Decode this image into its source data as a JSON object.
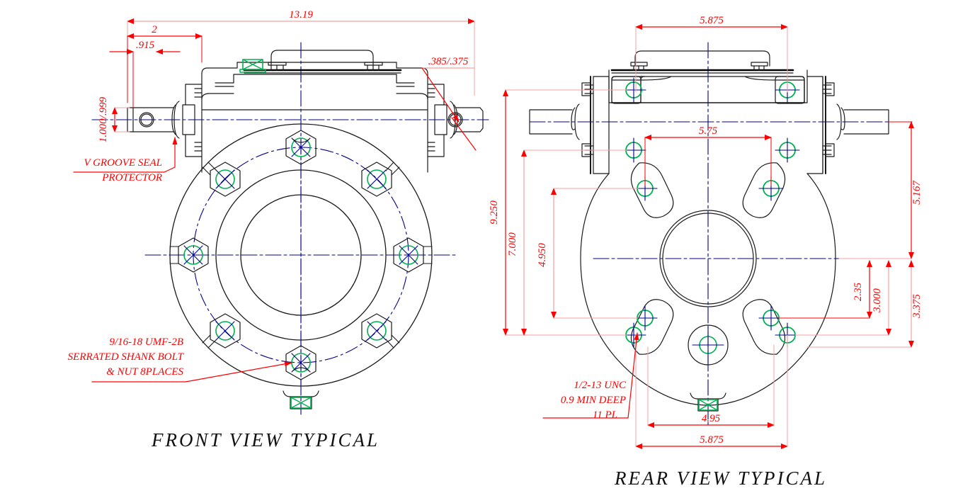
{
  "drawing": {
    "title": "Gearbox assembly outline drawing",
    "colors": {
      "outline": "#1a1a1a",
      "centerline": "#00008b",
      "dimension": "#ff0000",
      "dimension_line": "#f4a0a0",
      "hardware": "#00b050",
      "background": "#ffffff"
    }
  },
  "front_view": {
    "title": "FRONT VIEW TYPICAL",
    "dimensions": {
      "overall_length": "13.19",
      "shoulder_offset": "2",
      "step_width": ".915",
      "shaft_diameter": "1.000/.999",
      "cross_hole": ".385/.375"
    },
    "notes": {
      "seal_note_line1": "V GROOVE SEAL",
      "seal_note_line2": "PROTECTOR",
      "bolt_note_line1": "9/16-18 UMF-2B",
      "bolt_note_line2": "SERRATED SHANK BOLT",
      "bolt_note_line3": "& NUT 8PLACES"
    },
    "bolt_count": 8
  },
  "rear_view": {
    "title": "REAR VIEW TYPICAL",
    "dimensions": {
      "top_width": "5.875",
      "mid_width": "5.75",
      "overall_height": "9.250",
      "upper_height": "7.000",
      "inner_height": "4.950",
      "right_upper": "5.167",
      "small_offset": "2.35",
      "mid_offset": "3.000",
      "lower_height": "3.375",
      "bottom_inner_width": "4.95",
      "bottom_outer_width": "5.875"
    },
    "notes": {
      "tap_note_line1": "1/2-13 UNC",
      "tap_note_line2": "0.9 MIN DEEP",
      "tap_note_line3": "11 PL"
    }
  }
}
